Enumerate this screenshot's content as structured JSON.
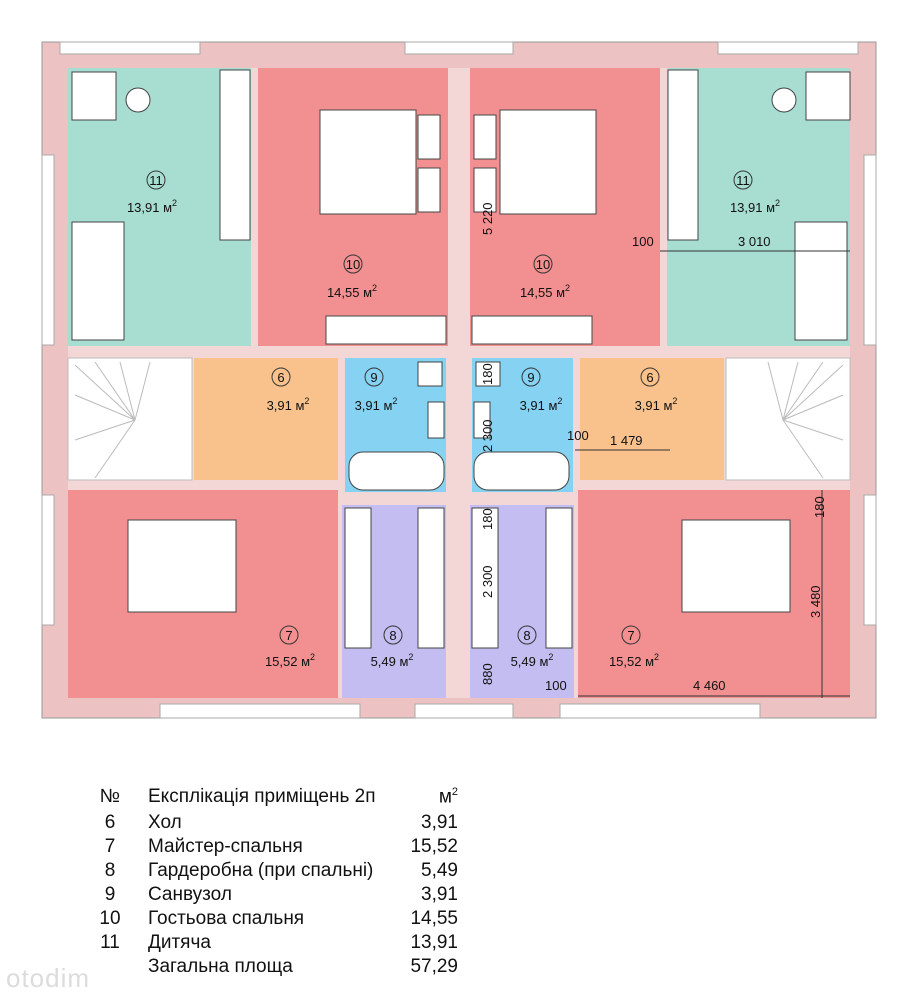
{
  "colors": {
    "kid_room": "#a8ded2",
    "guest_bedroom": "#f29091",
    "hall": "#f9c28c",
    "bathroom": "#85d2f3",
    "wardrobe": "#c3bdf1",
    "master_bedroom": "#f29091",
    "wall": "#ecc2c2",
    "stairs": "#ffffff"
  },
  "rooms": [
    {
      "num": "11",
      "area": "13,91 м",
      "sup": "2"
    },
    {
      "num": "10",
      "area": "14,55 м",
      "sup": "2"
    },
    {
      "num": "10",
      "area": "14,55 м",
      "sup": "2"
    },
    {
      "num": "11",
      "area": "13,91 м",
      "sup": "2"
    },
    {
      "num": "6",
      "area": "3,91 м",
      "sup": "2"
    },
    {
      "num": "9",
      "area": "3,91 м",
      "sup": "2"
    },
    {
      "num": "9",
      "area": "3,91 м",
      "sup": "2"
    },
    {
      "num": "6",
      "area": "3,91 м",
      "sup": "2"
    },
    {
      "num": "7",
      "area": "15,52 м",
      "sup": "2"
    },
    {
      "num": "8",
      "area": "5,49 м",
      "sup": "2"
    },
    {
      "num": "8",
      "area": "5,49 м",
      "sup": "2"
    },
    {
      "num": "7",
      "area": "15,52 м",
      "sup": "2"
    }
  ],
  "dimensions": {
    "d5220": "5 220",
    "d100a": "100",
    "d3010": "3 010",
    "d180a": "180",
    "d2300a": "2 300",
    "d100b": "100",
    "d1479": "1 479",
    "d180b": "180",
    "d180c": "180",
    "d2300b": "2 300",
    "d3480": "3 480",
    "d880": "880",
    "d100c": "100",
    "d4460": "4 460"
  },
  "legend": {
    "header": {
      "num": "№",
      "name": "Експлікація приміщень 2п",
      "area": "м",
      "sup": "2"
    },
    "rows": [
      {
        "num": "6",
        "name": "Хол",
        "area": "3,91"
      },
      {
        "num": "7",
        "name": "Майстер-спальня",
        "area": "15,52"
      },
      {
        "num": "8",
        "name": "Гардеробна (при спальні)",
        "area": "5,49"
      },
      {
        "num": "9",
        "name": "Санвузол",
        "area": "3,91"
      },
      {
        "num": "10",
        "name": "Гостьова спальня",
        "area": "14,55"
      },
      {
        "num": "11",
        "name": "Дитяча",
        "area": "13,91"
      }
    ],
    "total": {
      "name": "Загальна площа",
      "area": "57,29"
    }
  },
  "watermark": "otodim"
}
